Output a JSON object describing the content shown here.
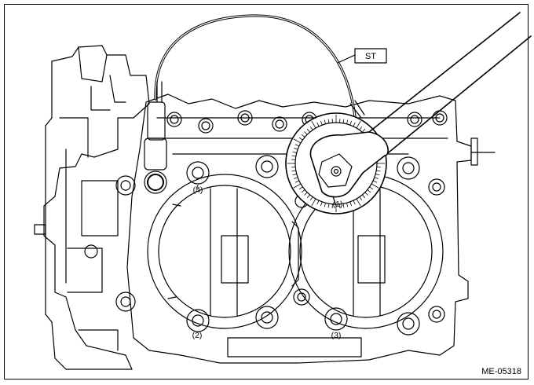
{
  "figure": {
    "code": "ME-05318",
    "tool_label": "ST",
    "callouts": {
      "c1": "(1)",
      "c2": "(2)",
      "c3": "(3)",
      "c4": "(4)"
    }
  },
  "colors": {
    "ink": "#000000",
    "paper": "#ffffff"
  }
}
